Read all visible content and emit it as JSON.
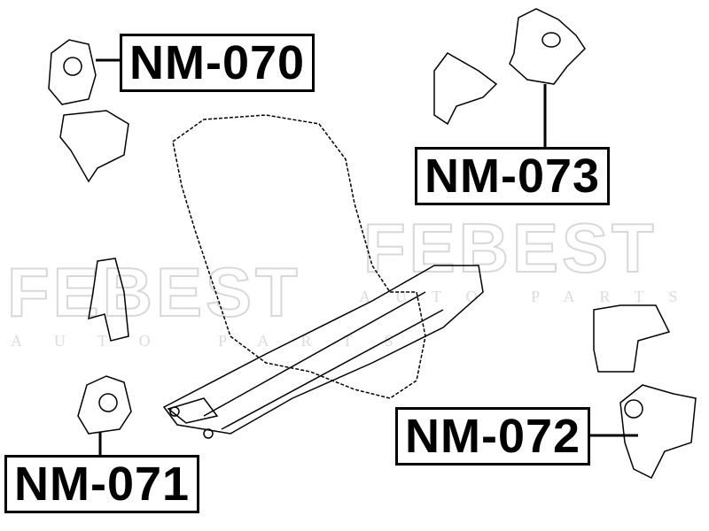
{
  "labels": {
    "nm070": "NM-070",
    "nm071": "NM-071",
    "nm072": "NM-072",
    "nm073": "NM-073"
  },
  "watermark": {
    "brand": "FEBEST",
    "tagline": "AUTO PARTS"
  }
}
